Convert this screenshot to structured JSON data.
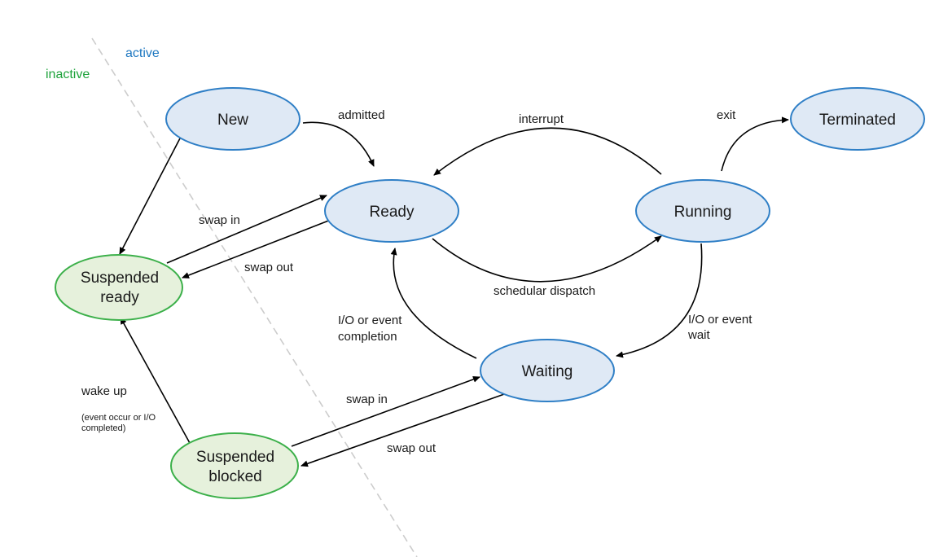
{
  "regions": {
    "active_label": "active",
    "inactive_label": "inactive",
    "active_color": "#1f78c1",
    "inactive_color": "#1fa33c"
  },
  "states": {
    "new": "New",
    "ready": "Ready",
    "running": "Running",
    "terminated": "Terminated",
    "waiting": "Waiting",
    "suspended_ready_line1": "Suspended",
    "suspended_ready_line2": "ready",
    "suspended_blocked_line1": "Suspended",
    "suspended_blocked_line2": "blocked"
  },
  "transitions": {
    "admitted": "admitted",
    "interrupt": "interrupt",
    "exit": "exit",
    "scheduler_dispatch": "schedular dispatch",
    "io_completion_line1": "I/O or event",
    "io_completion_line2": "completion",
    "io_wait_line1": "I/O or event",
    "io_wait_line2": "wait",
    "swap_in_ready": "swap in",
    "swap_out_ready": "swap out",
    "swap_in_waiting": "swap in",
    "swap_out_waiting": "swap out",
    "wake_up": "wake up",
    "wake_up_note_line1": "(event occur or I/O",
    "wake_up_note_line2": "completed)"
  },
  "colors": {
    "active_fill": "#dfe9f5",
    "active_stroke": "#2f7fc6",
    "inactive_fill": "#e6f1dc",
    "inactive_stroke": "#3cb04a",
    "divider": "#cccccc"
  }
}
